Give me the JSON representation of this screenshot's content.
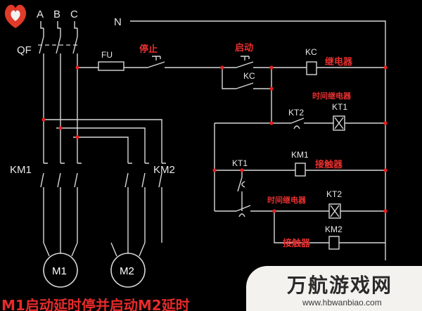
{
  "labels": {
    "phase_a": "A",
    "phase_b": "B",
    "phase_c": "C",
    "neutral": "N",
    "breaker": "QF",
    "fuse": "FU",
    "km1": "KM1",
    "km2": "KM2",
    "motor1": "M1",
    "motor2": "M2",
    "kc_coil": "KC",
    "kc_contact": "KC",
    "kt2_contact": "KT2",
    "kt1_coil": "KT1",
    "kt1_contact": "KT1",
    "km1_coil": "KM1",
    "kt2_coil": "KT2",
    "km2_coil": "KM2"
  },
  "annotations": {
    "stop": "停止",
    "start": "启动",
    "relay": "继电器",
    "time_relay_1": "时间继电器",
    "contactor_1": "接触器",
    "time_relay_2": "时间继电器",
    "contactor_2": "接触器"
  },
  "caption": "M1启动延时停并启动M2延时",
  "watermark": {
    "title": "万航游戏网",
    "url": "www.hbwanbiao.com",
    "accent": "#e03a2a"
  },
  "colors": {
    "wire": "#d8d8d8",
    "text": "#e8e8e8",
    "annotation": "#e83030",
    "background": "#000000"
  }
}
